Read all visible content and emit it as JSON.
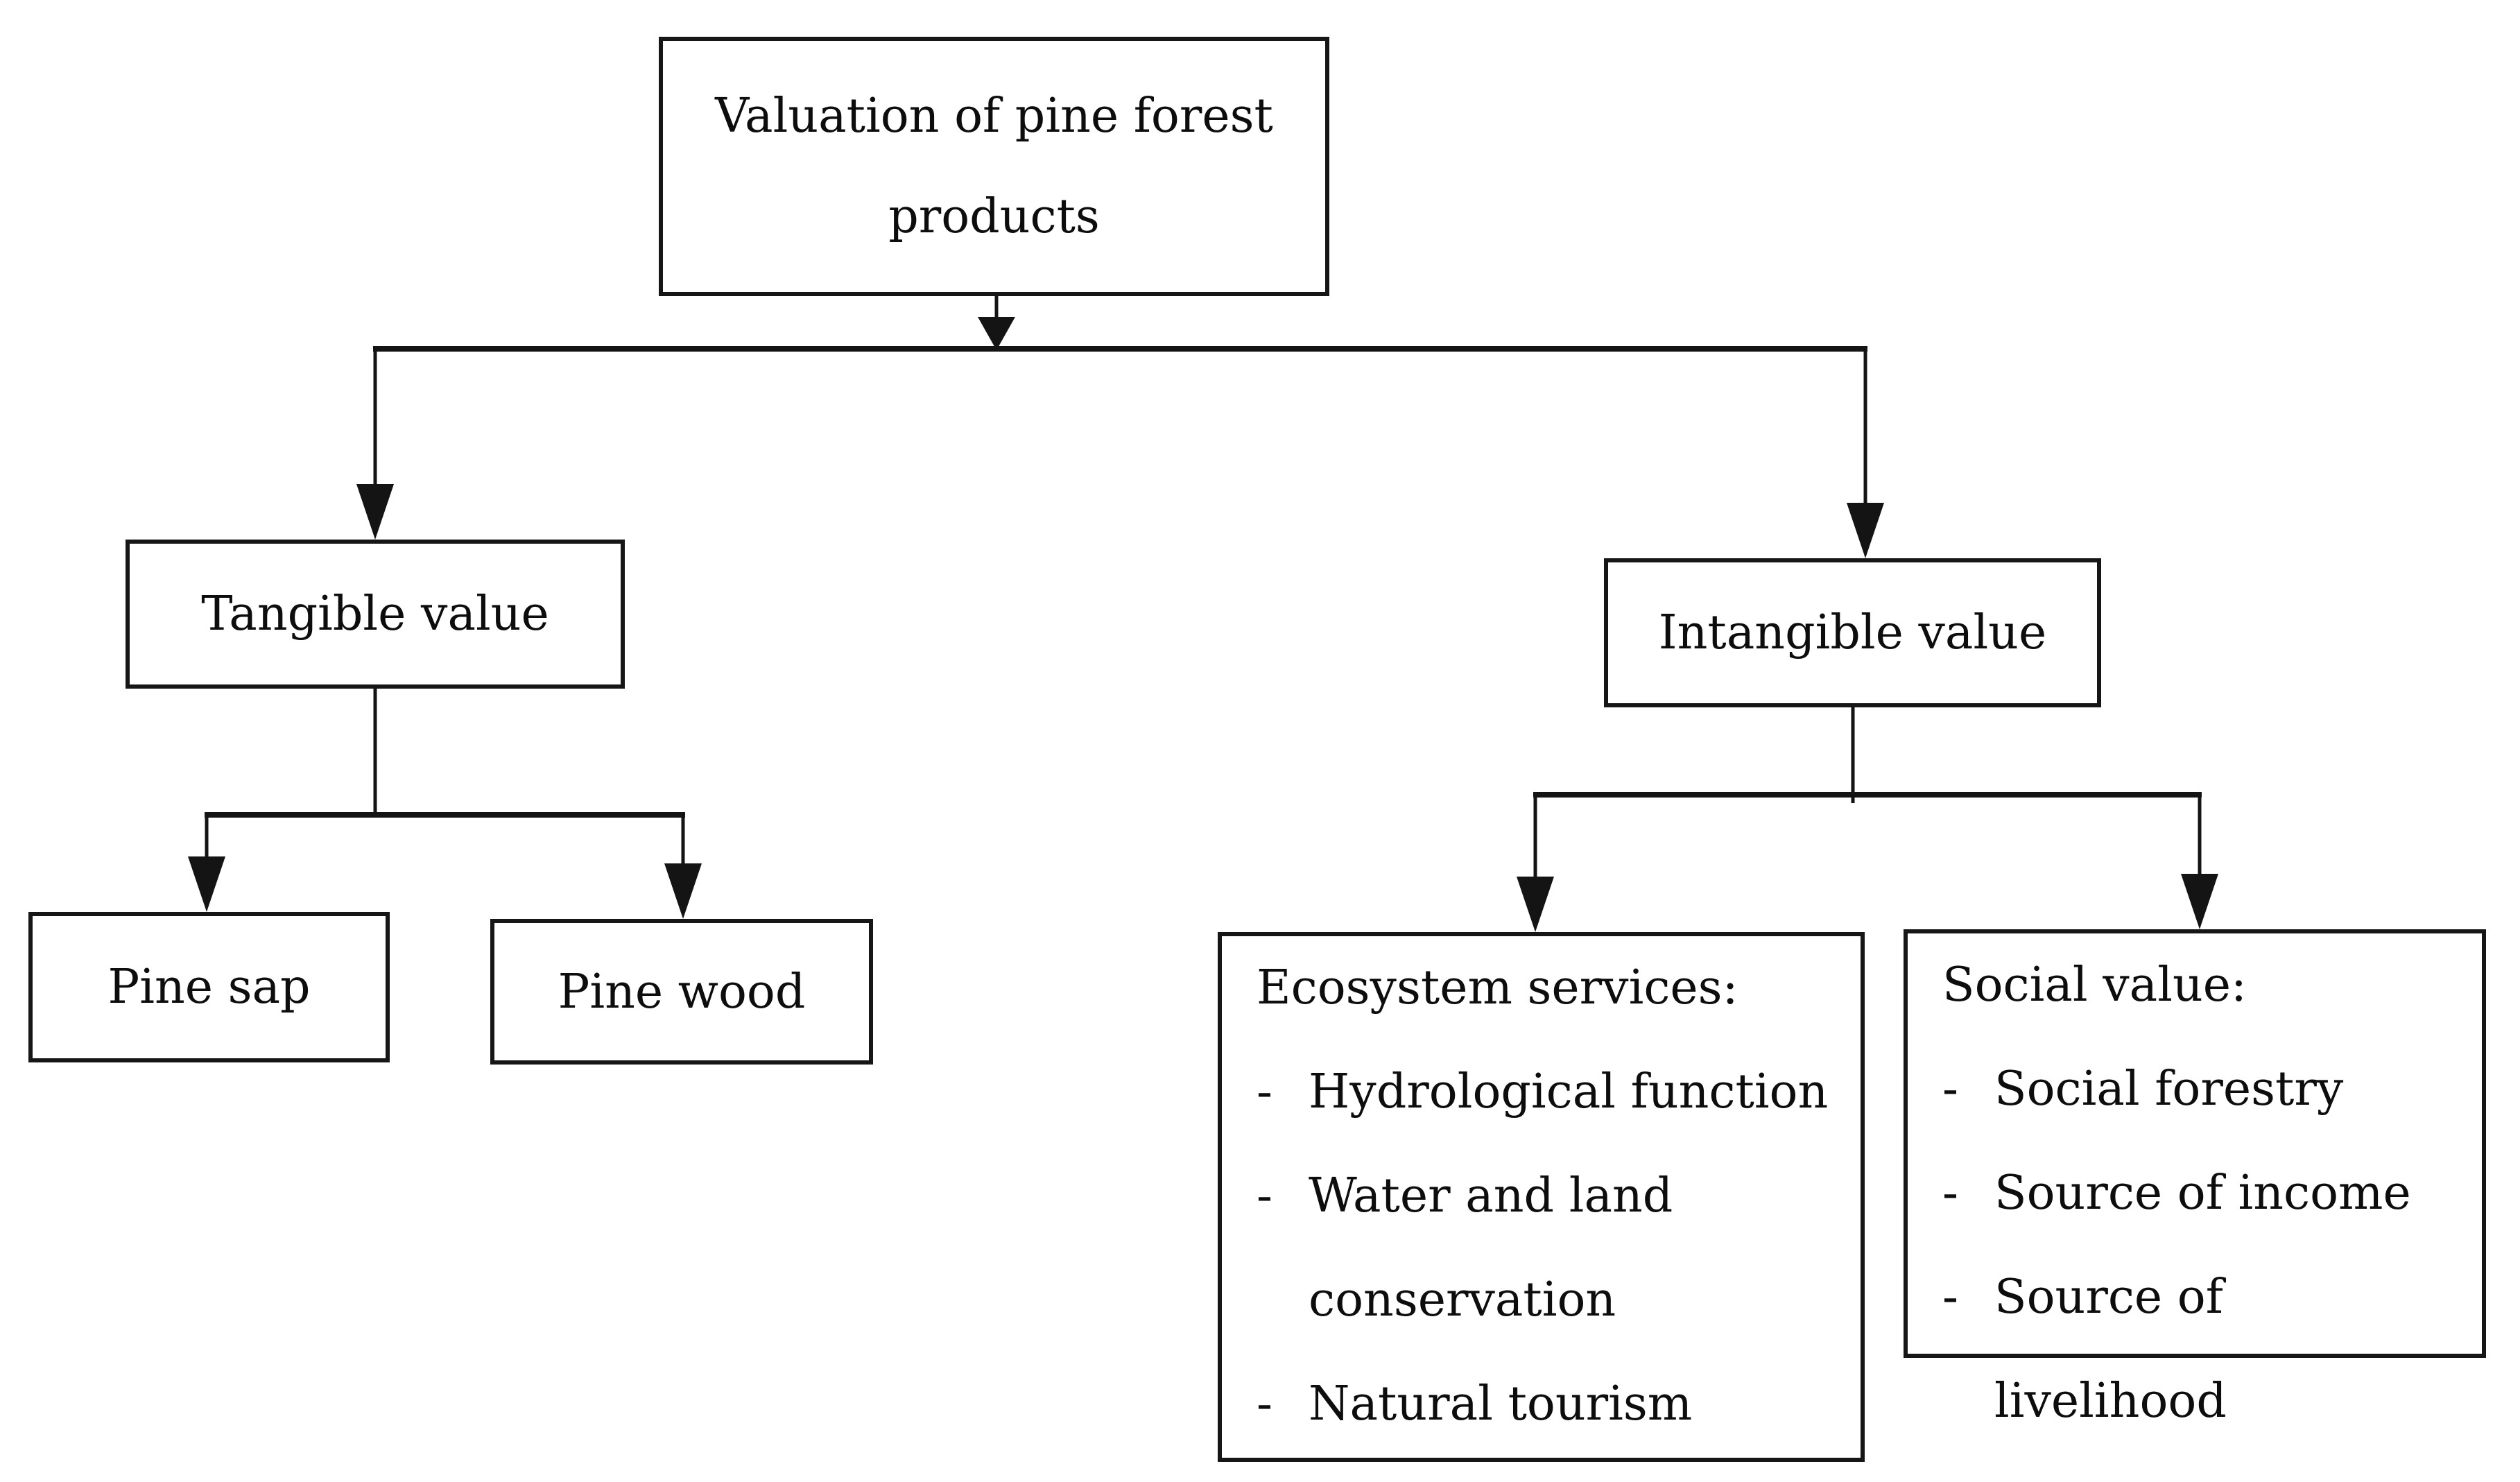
{
  "diagram": {
    "bullet": "-",
    "nodes": {
      "root": {
        "label": "Valuation of pine forest products"
      },
      "tangible": {
        "label": "Tangible value"
      },
      "intangible": {
        "label": "Intangible value"
      },
      "pine_sap": {
        "label": "Pine sap"
      },
      "pine_wood": {
        "label": "Pine wood"
      },
      "ecosystem": {
        "title": "Ecosystem services:",
        "items": [
          "Hydrological function",
          "Water and land conservation",
          "Natural tourism"
        ]
      },
      "social": {
        "title": "Social value:",
        "items": [
          "Social forestry",
          "Source of income",
          "Source of livelihood"
        ]
      }
    },
    "edges": [
      {
        "from": "root",
        "to": "tangible"
      },
      {
        "from": "root",
        "to": "intangible"
      },
      {
        "from": "tangible",
        "to": "pine_sap"
      },
      {
        "from": "tangible",
        "to": "pine_wood"
      },
      {
        "from": "intangible",
        "to": "ecosystem"
      },
      {
        "from": "intangible",
        "to": "social"
      }
    ],
    "colors": {
      "line": "#141414",
      "text": "#0d0d0d",
      "background": "#ffffff"
    }
  }
}
